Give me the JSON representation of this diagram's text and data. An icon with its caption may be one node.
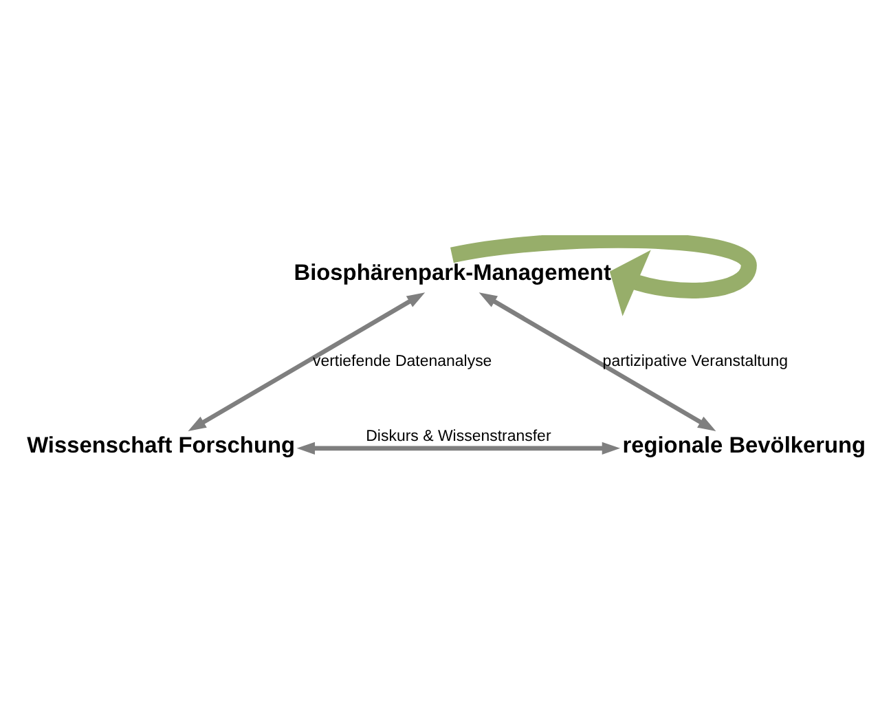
{
  "diagram": {
    "nodes": [
      {
        "text": [
          "Biosphärenpark-Management"
        ]
      },
      {
        "text": [
          "Wissenschaft Forschung"
        ]
      },
      {
        "text": [
          "regionale Bevölkerung"
        ]
      }
    ],
    "edges": [
      {
        "from": 0,
        "to": 1,
        "arrow": "both",
        "label": "vertiefende Datenanalyse"
      },
      {
        "from": 0,
        "to": 2,
        "arrow": "both",
        "label": "partizipative Veranstaltung"
      },
      {
        "from": 1,
        "to": 2,
        "arrow": "both",
        "label": "Diskurs & Wissenstransfer"
      },
      {
        "from": 0,
        "to": 0,
        "arrow": "to",
        "style": "thick",
        "color": "#97ae6a"
      }
    ]
  }
}
